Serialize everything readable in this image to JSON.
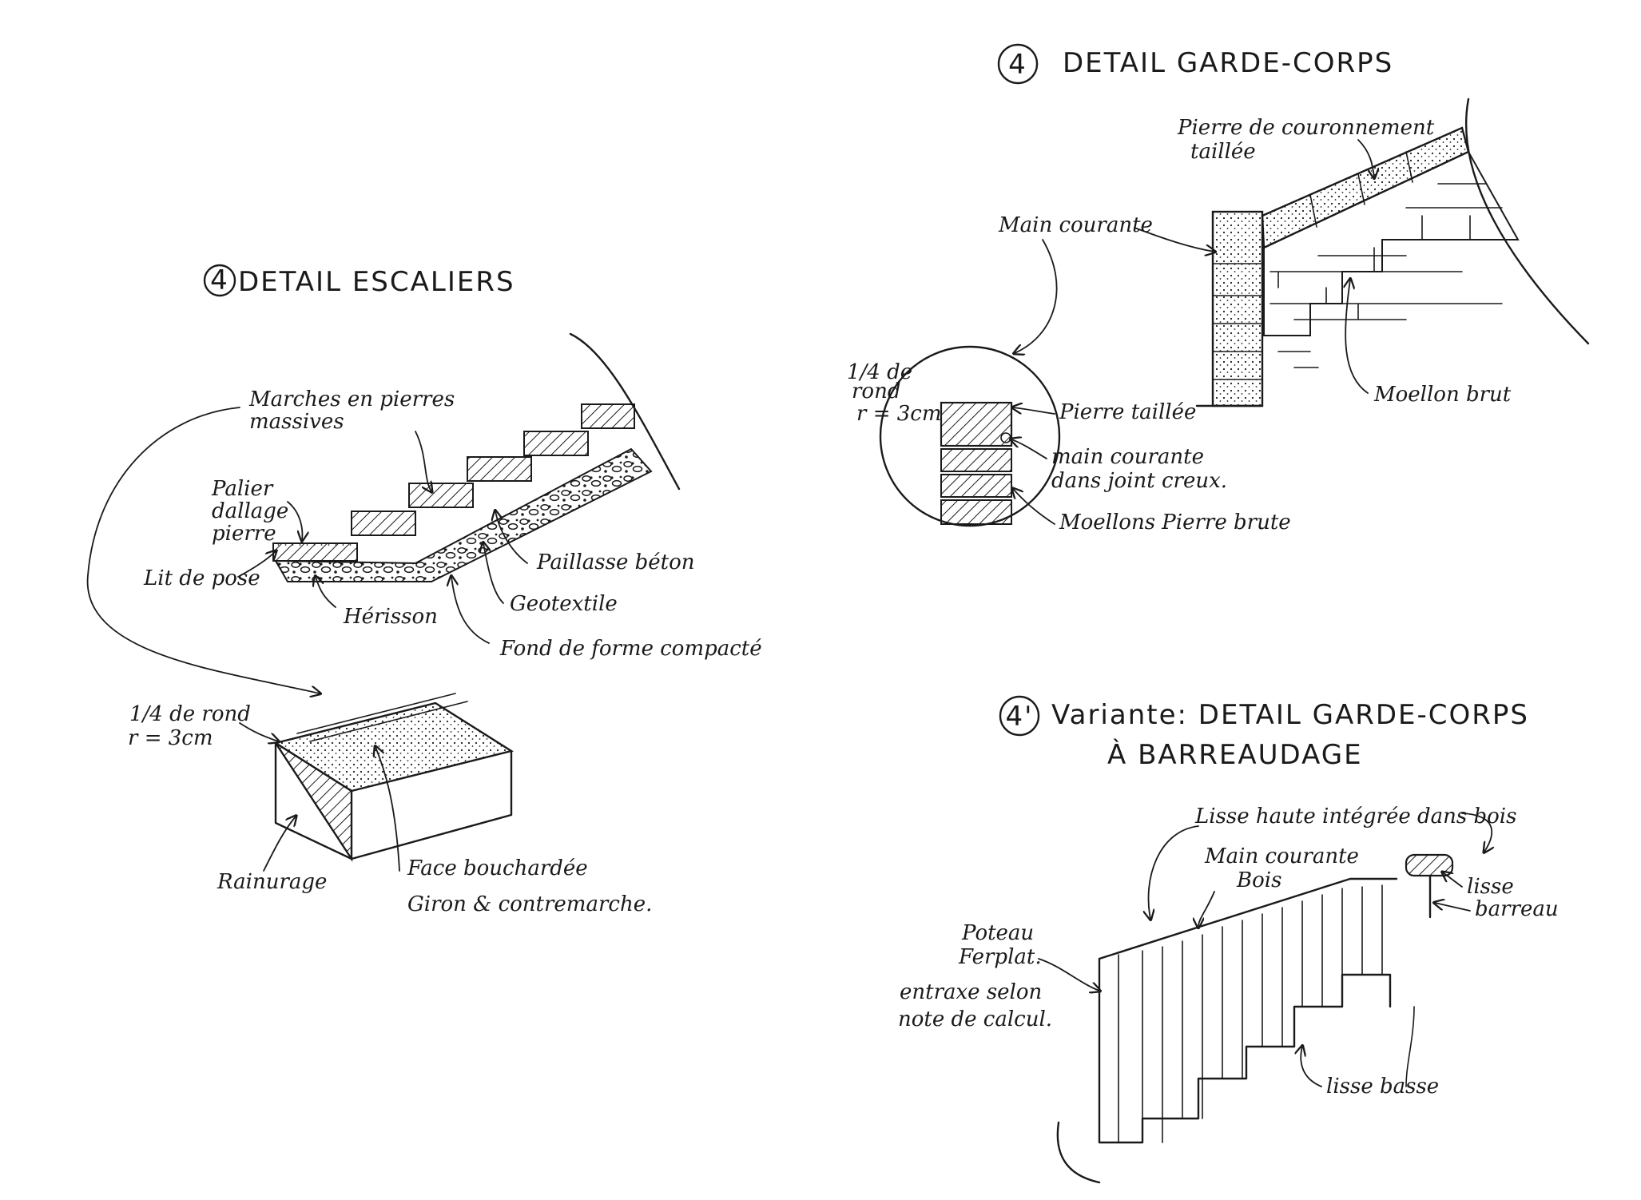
{
  "escaliers": {
    "num": "4",
    "title": "DETAIL ESCALIERS",
    "labels": {
      "marches_1": "Marches en pierres",
      "marches_2": "massives",
      "palier_1": "Palier",
      "palier_2": "dallage",
      "palier_3": "pierre",
      "lit": "Lit de pose",
      "herisson": "Hérisson",
      "paillasse": "Paillasse béton",
      "geotextile": "Geotextile",
      "fond": "Fond de forme compacté",
      "quart_1": "1/4 de rond",
      "quart_2": "r = 3cm",
      "rainurage": "Rainurage",
      "face_1": "Face bouchardée",
      "face_2": "Giron & contremarche."
    }
  },
  "garde_corps": {
    "num": "4",
    "title": "DETAIL GARDE-CORPS",
    "labels": {
      "couronnement_1": "Pierre de couronnement",
      "couronnement_2": "taillée",
      "main": "Main courante",
      "quart_1": "1/4 de",
      "quart_2": "rond",
      "quart_3": "r = 3cm",
      "pierre_taillee": "Pierre taillée",
      "main_joint_1": "main courante",
      "main_joint_2": "dans joint creux.",
      "moellons": "Moellons Pierre brute",
      "moellon_brut": "Moellon brut"
    }
  },
  "variante": {
    "num": "4'",
    "title_1": "Variante: DETAIL GARDE-CORPS",
    "title_2": "À BARREAUDAGE",
    "labels": {
      "lisse_haute": "Lisse haute intégrée dans bois",
      "main_1": "Main courante",
      "main_2": "Bois",
      "lisse": "lisse",
      "barreau": "barreau",
      "poteau_1": "Poteau",
      "poteau_2": "Ferplat.",
      "poteau_3": "entraxe selon",
      "poteau_4": "note de calcul.",
      "lisse_basse": "lisse basse"
    }
  }
}
